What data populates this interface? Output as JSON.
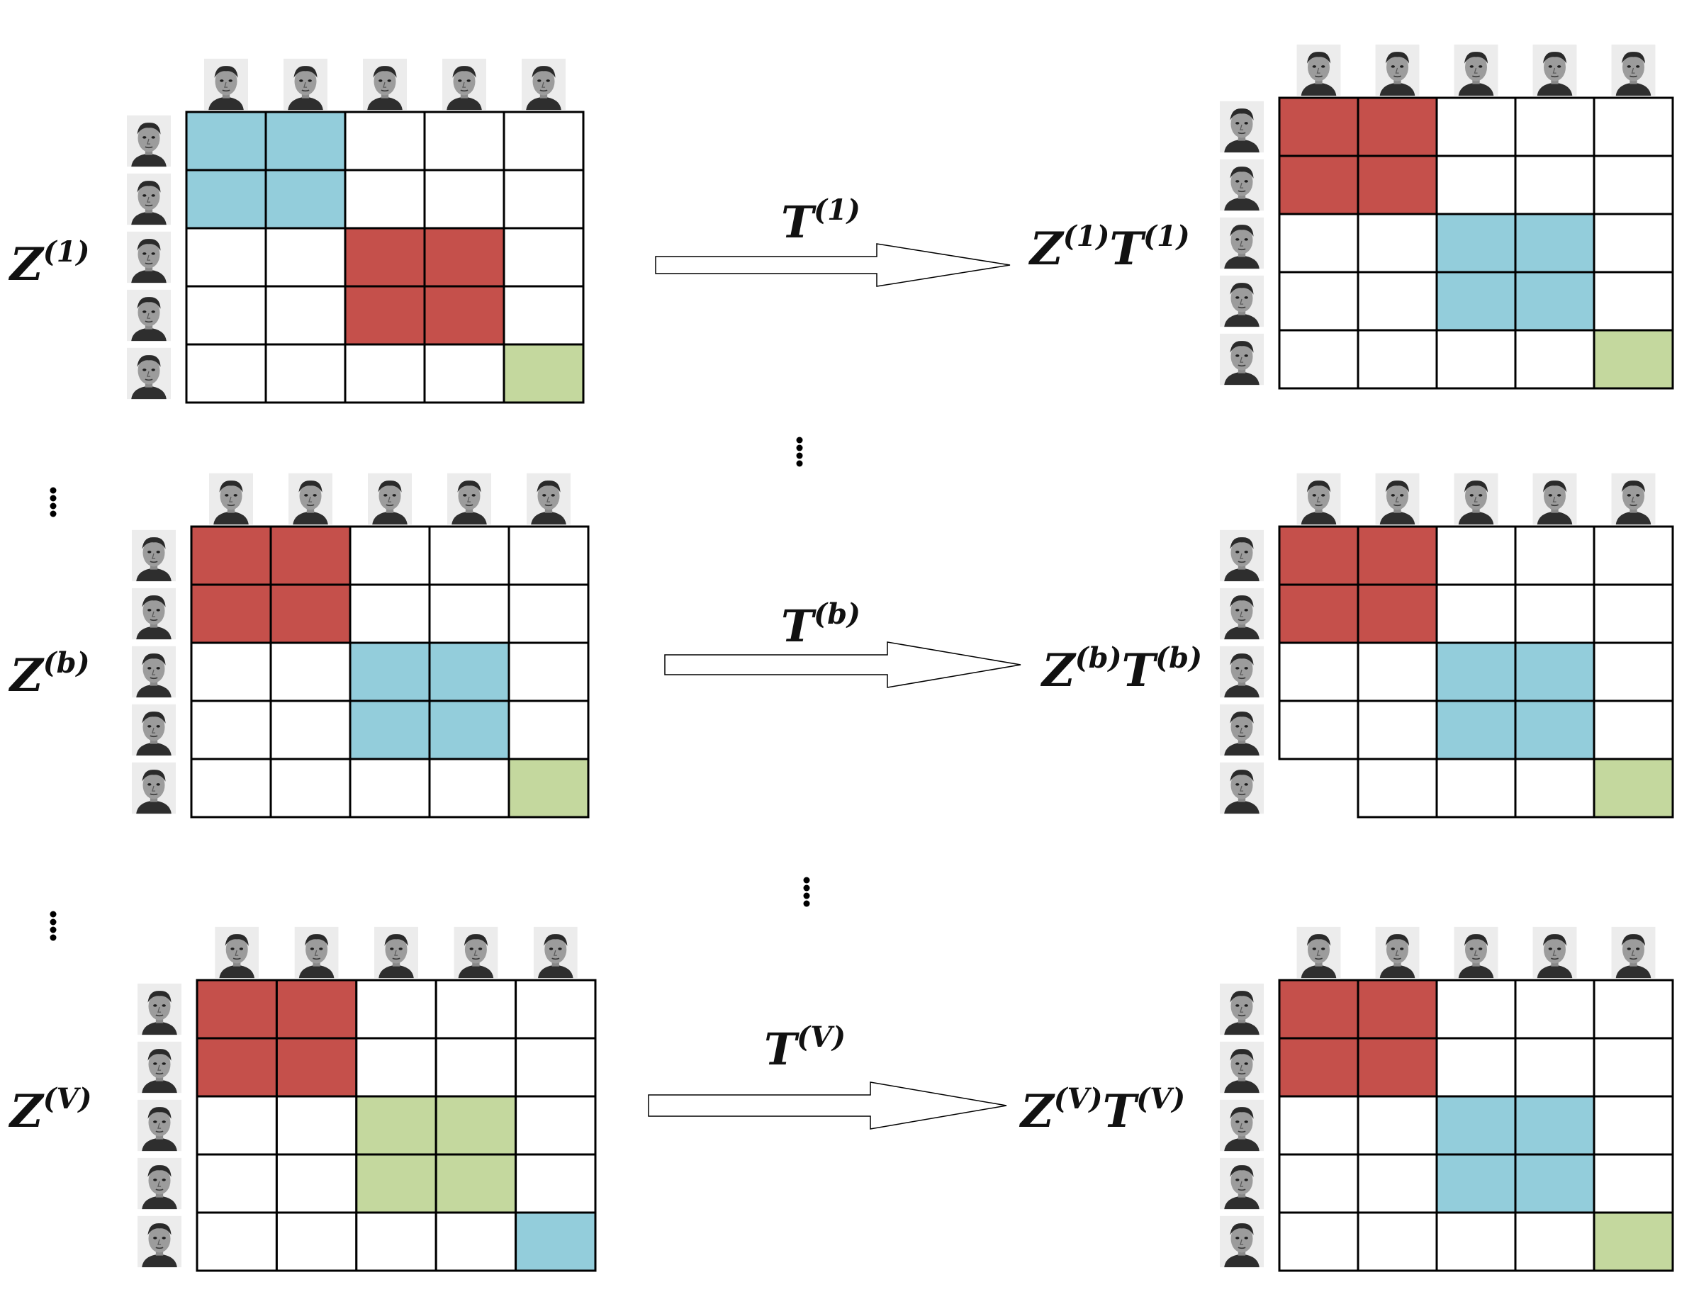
{
  "colors": {
    "red": "#c5504b",
    "blue": "#93cddb",
    "green": "#c4d89e",
    "empty": "#ffffff",
    "line": "#000000"
  },
  "face_icon": "face-photo",
  "panels": [
    {
      "left_label": {
        "base": "Z",
        "sup": "(1)"
      },
      "transform_label": {
        "base": "T",
        "sup": "(1)"
      },
      "right_label": {
        "base1": "Z",
        "sup1": "(1)",
        "base2": "T",
        "sup2": "(1)"
      },
      "left_matrix": [
        [
          "blue",
          "blue",
          "empty",
          "empty",
          "empty"
        ],
        [
          "blue",
          "blue",
          "empty",
          "empty",
          "empty"
        ],
        [
          "empty",
          "empty",
          "red",
          "red",
          "empty"
        ],
        [
          "empty",
          "empty",
          "red",
          "red",
          "empty"
        ],
        [
          "empty",
          "empty",
          "empty",
          "empty",
          "green"
        ]
      ],
      "right_matrix": [
        [
          "red",
          "red",
          "empty",
          "empty",
          "empty"
        ],
        [
          "red",
          "red",
          "empty",
          "empty",
          "empty"
        ],
        [
          "empty",
          "empty",
          "blue",
          "blue",
          "empty"
        ],
        [
          "empty",
          "empty",
          "blue",
          "blue",
          "empty"
        ],
        [
          "empty",
          "empty",
          "empty",
          "empty",
          "green"
        ]
      ]
    },
    {
      "left_label": {
        "base": "Z",
        "sup": "(b)"
      },
      "transform_label": {
        "base": "T",
        "sup": "(b)"
      },
      "right_label": {
        "base1": "Z",
        "sup1": "(b)",
        "base2": "T",
        "sup2": "(b)"
      },
      "left_matrix": [
        [
          "red",
          "red",
          "empty",
          "empty",
          "empty"
        ],
        [
          "red",
          "red",
          "empty",
          "empty",
          "empty"
        ],
        [
          "empty",
          "empty",
          "blue",
          "blue",
          "empty"
        ],
        [
          "empty",
          "empty",
          "blue",
          "blue",
          "empty"
        ],
        [
          "empty",
          "empty",
          "empty",
          "empty",
          "green"
        ]
      ],
      "right_matrix": [
        [
          "red",
          "red",
          "empty",
          "empty",
          "empty"
        ],
        [
          "red",
          "red",
          "empty",
          "empty",
          "empty"
        ],
        [
          "empty",
          "empty",
          "blue",
          "blue",
          "empty"
        ],
        [
          "empty",
          "empty",
          "blue",
          "blue",
          "empty"
        ],
        [
          "none",
          "empty",
          "empty",
          "empty",
          "green"
        ]
      ]
    },
    {
      "left_label": {
        "base": "Z",
        "sup": "(V)"
      },
      "transform_label": {
        "base": "T",
        "sup": "(V)"
      },
      "right_label": {
        "base1": "Z",
        "sup1": "(V)",
        "base2": "T",
        "sup2": "(V)"
      },
      "left_matrix": [
        [
          "red",
          "red",
          "empty",
          "empty",
          "empty"
        ],
        [
          "red",
          "red",
          "empty",
          "empty",
          "empty"
        ],
        [
          "empty",
          "empty",
          "green",
          "green",
          "empty"
        ],
        [
          "empty",
          "empty",
          "green",
          "green",
          "empty"
        ],
        [
          "empty",
          "empty",
          "empty",
          "empty",
          "blue"
        ]
      ],
      "right_matrix": [
        [
          "red",
          "red",
          "empty",
          "empty",
          "empty"
        ],
        [
          "red",
          "red",
          "empty",
          "empty",
          "empty"
        ],
        [
          "empty",
          "empty",
          "blue",
          "blue",
          "empty"
        ],
        [
          "empty",
          "empty",
          "blue",
          "blue",
          "empty"
        ],
        [
          "empty",
          "empty",
          "empty",
          "empty",
          "green"
        ]
      ]
    }
  ]
}
